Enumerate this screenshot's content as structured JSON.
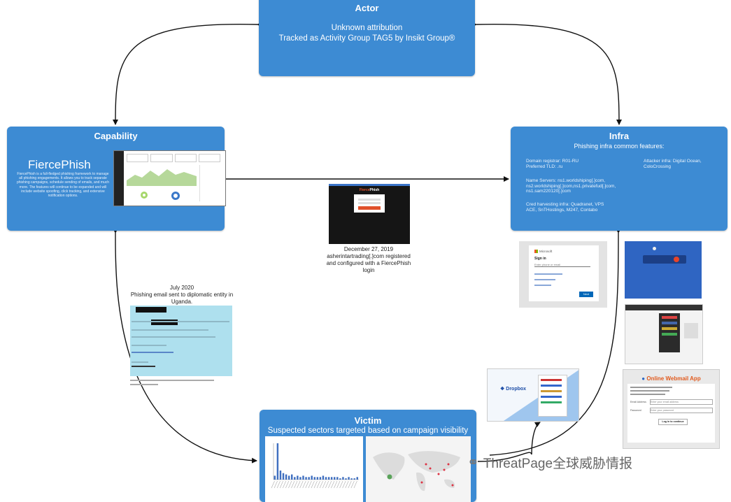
{
  "actor": {
    "title": "Actor",
    "line1": "Unknown attribution",
    "line2": "Tracked as Activity Group TAG5 by Insikt Group®"
  },
  "capability": {
    "title": "Capability",
    "name": "FiercePhish",
    "description": "FiercePhish is a full-fledged phishing framework to manage all phishing engagements. It allows you to track separate phishing campaigns, schedule sending of emails, and much more. The features will continue to be expanded and will include website spoofing, click tracking, and extensive notification options."
  },
  "infra": {
    "title": "Infra",
    "subtitle": "Phishing infra common features:",
    "registrar": "Domain registrar: R01-RU",
    "tld": "Preferred TLD: .ru",
    "attacker_infra": "Attacker infra: Digital Ocean, ColoCrossing",
    "name_servers": [
      "Name Servers: ns1.worldshiping[.]com,",
      "ns2.worldshiping[.]com,ns1.privatefud[.]com,",
      "ns1.sam220120[.]com"
    ],
    "cred_harvest": [
      "Cred harvesting infra: Quadranet, VPS",
      "ACE, SnTHostings, M247, Contabo"
    ]
  },
  "victim": {
    "title": "Victim",
    "subtitle": "Suspected sectors targeted based on campaign visibility"
  },
  "center": {
    "brand_a": "Fierce",
    "brand_b": "Phish",
    "caption": [
      "December 27, 2019",
      "asherintartrading[.]com registered",
      "and configured with a FiercePhish",
      "login"
    ]
  },
  "email": {
    "caption": [
      "July 2020",
      "Phishing email sent to diplomatic entity in",
      "Uganda."
    ]
  },
  "microsoft": {
    "brand": "Microsoft",
    "signin": "Sign in",
    "placeholder": "Enter phone or email",
    "next": "Next"
  },
  "dropbox": {
    "brand": "Dropbox"
  },
  "webmail": {
    "title": "Online Webmail App",
    "email_label": "Email Address",
    "email_placeholder": "Enter your email address",
    "password_label": "Password",
    "password_placeholder": "Enter your password",
    "login": "Log in to continue"
  },
  "watermark": {
    "text": "ThreatPage全球威胁情报"
  },
  "colors": {
    "box": "#3d8bd3",
    "arrow": "#111111",
    "email_bg": "#aee0ee"
  },
  "chart_data": {
    "type": "bar",
    "values": [
      3,
      28,
      7,
      5,
      4,
      3,
      4,
      2,
      3,
      2,
      3,
      2,
      2,
      3,
      2,
      2,
      2,
      3,
      2,
      2,
      2,
      2,
      2,
      1,
      2,
      1,
      2,
      1,
      1,
      2
    ]
  }
}
